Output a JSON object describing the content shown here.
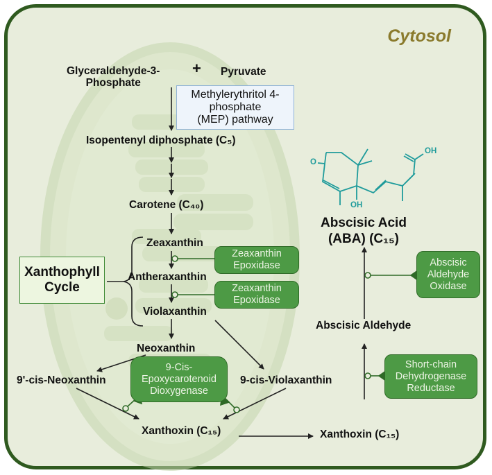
{
  "region_label": "Cytosol",
  "inputs": {
    "glyceraldehyde": "Glyceraldehyde-3-\nPhosphate",
    "plus": "+",
    "pyruvate": "Pyruvate"
  },
  "mep_pathway": "Methylerythritol 4-\nphosphate\n(MEP) pathway",
  "compounds": {
    "ipp": "Isopentenyl diphosphate (C₅)",
    "carotene": "Carotene (C₄₀)",
    "zeaxanthin": "Zeaxanthin",
    "antheraxanthin": "Antheraxanthin",
    "violaxanthin": "Violaxanthin",
    "neoxanthin": "Neoxanthin",
    "cis_neoxanthin": "9'-cis-Neoxanthin",
    "cis_violaxanthin": "9-cis-Violaxanthin",
    "xanthoxin_plastid": "Xanthoxin (C₁₅)",
    "xanthoxin_cytosol": "Xanthoxin (C₁₅)",
    "abscisic_aldehyde": "Abscisic Aldehyde",
    "aba": "Abscisic Acid\n(ABA) (C₁₅)"
  },
  "cycle_label": "Xanthophyll\nCycle",
  "enzymes": {
    "zep1": "Zeaxanthin\nEpoxidase",
    "zep2": "Zeaxanthin\nEpoxidase",
    "nced": "9-Cis-\nEpoxycarotenoid\nDioxygenase",
    "aao": "Abscisic\nAldehyde\nOxidase",
    "sdr": "Short-chain\nDehydrogenase\nReductase"
  },
  "structure_labels": {
    "o": "O",
    "oh": "OH",
    "oh_ring": "OH"
  },
  "colors": {
    "frame": "#2f5a1f",
    "background": "#e8eddc",
    "enzyme": "#4d9a45",
    "structure": "#1e9b9b",
    "title": "#8a7a2c"
  }
}
